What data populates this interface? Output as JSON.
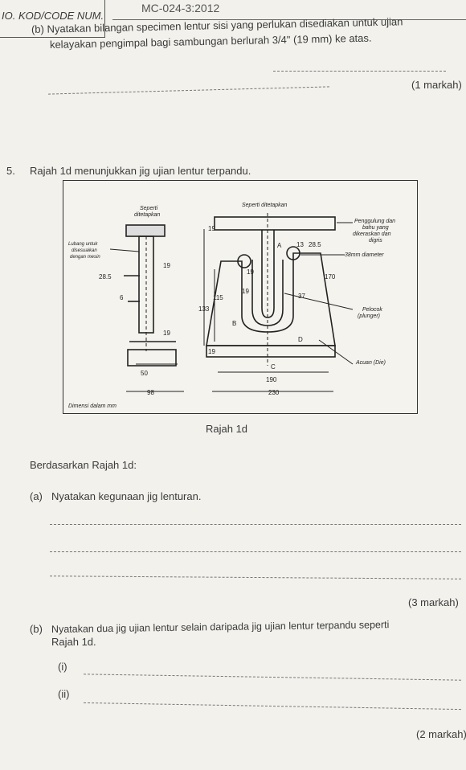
{
  "header": {
    "kod_label": "IO. KOD/CODE NUM.",
    "code": "MC-024-3:2012"
  },
  "q4b": {
    "line1": "(b) Nyatakan bilangan specimen lentur sisi yang perlukan disediakan untuk ujian",
    "line2": "kelayakan pengimpal bagi sambungan berlurah 3/4\" (19 mm) ke atas.",
    "marks": "(1 markah)"
  },
  "q5": {
    "number": "5.",
    "intro": "Rajah 1d menunjukkan jig ujian lentur terpandu.",
    "caption": "Rajah 1d",
    "based": "Berdasarkan Rajah 1d:",
    "a_label": "(a)",
    "a_text": "Nyatakan kegunaan jig lenturan.",
    "a_marks": "(3 markah)",
    "b_label": "(b)",
    "b_text": "Nyatakan dua jig ujian lentur selain daripada jig ujian lentur terpandu seperti",
    "b_text2": "Rajah 1d.",
    "b_i": "(i)",
    "b_ii": "(ii)",
    "b_marks": "(2 markah)"
  },
  "figure": {
    "lbl_seperti_ditetapkan_1": "Seperti",
    "lbl_seperti_ditetapkan_2": "ditetapkan",
    "lbl_seperti_ditetapkan_r": "Seperti ditetapkan",
    "lbl_lubang_1": "Lubang untuk",
    "lbl_lubang_2": "disesuaikan",
    "lbl_lubang_3": "dengan mesin",
    "lbl_penggulung_1": "Penggulung dan",
    "lbl_penggulung_2": "bahu yang",
    "lbl_penggulung_3": "dikeraskan dan",
    "lbl_penggulung_4": "digris",
    "lbl_diameter": "38mm diameter",
    "lbl_pelocok_1": "Pelocok",
    "lbl_pelocok_2": "(plunger)",
    "lbl_acuan": "Acuan (Die)",
    "lbl_dimensi": "Dimensi dalam mm",
    "d_19a": "19",
    "d_19b": "19",
    "d_19c": "19",
    "d_19d": "19",
    "d_19e": "19",
    "d_19f": "19",
    "d_285a": "28.5",
    "d_285b": "28.5",
    "d_6": "6",
    "d_50": "50",
    "d_98": "98",
    "d_115": "115",
    "d_133": "133",
    "d_13": "13",
    "d_170": "170",
    "d_37": "37",
    "d_b": "B",
    "d_d": "D",
    "d_c": "C",
    "d_190": "190",
    "d_230": "230",
    "d_a": "A"
  }
}
